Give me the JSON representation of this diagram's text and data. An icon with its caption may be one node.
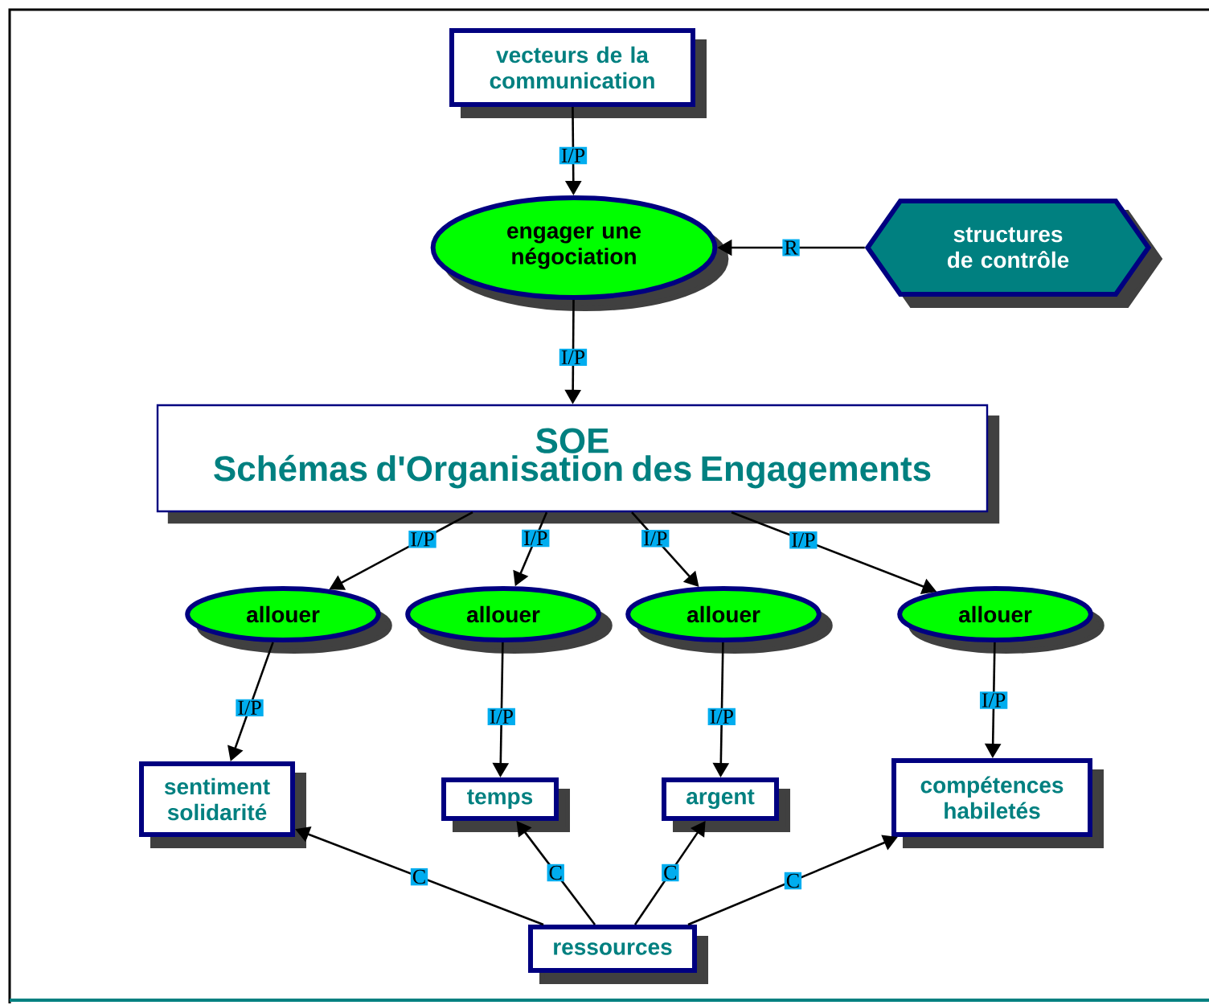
{
  "diagram": {
    "nodes": [
      {
        "text": [
          "vecteurs de la communication"
        ]
      },
      {
        "text": [
          "engager une négociation"
        ]
      },
      {
        "text": [
          "structures de contrôle"
        ]
      },
      {
        "text": [
          "SOE",
          "Schémas d'Organisation des Engagements"
        ]
      },
      {
        "text": [
          "allouer"
        ]
      },
      {
        "text": [
          "allouer"
        ]
      },
      {
        "text": [
          "allouer"
        ]
      },
      {
        "text": [
          "allouer"
        ]
      },
      {
        "text": [
          "sentiment solidarité"
        ]
      },
      {
        "text": [
          "temps"
        ]
      },
      {
        "text": [
          "argent"
        ]
      },
      {
        "text": [
          "compétences habiletés"
        ]
      },
      {
        "text": [
          "ressources"
        ]
      }
    ],
    "edges": [
      {
        "from": 0,
        "to": 1,
        "arrow": "to",
        "label": "I/P"
      },
      {
        "from": 2,
        "to": 1,
        "arrow": "to",
        "label": "R"
      },
      {
        "from": 1,
        "to": 3,
        "arrow": "to",
        "label": "I/P"
      },
      {
        "from": 3,
        "to": 4,
        "arrow": "to",
        "label": "I/P"
      },
      {
        "from": 3,
        "to": 5,
        "arrow": "to",
        "label": "I/P"
      },
      {
        "from": 3,
        "to": 6,
        "arrow": "to",
        "label": "I/P"
      },
      {
        "from": 3,
        "to": 7,
        "arrow": "to",
        "label": "I/P"
      },
      {
        "from": 4,
        "to": 8,
        "arrow": "to",
        "label": "I/P"
      },
      {
        "from": 5,
        "to": 9,
        "arrow": "to",
        "label": "I/P"
      },
      {
        "from": 6,
        "to": 10,
        "arrow": "to",
        "label": "I/P"
      },
      {
        "from": 7,
        "to": 11,
        "arrow": "to",
        "label": "I/P"
      },
      {
        "from": 12,
        "to": 8,
        "arrow": "to",
        "label": "C"
      },
      {
        "from": 12,
        "to": 9,
        "arrow": "to",
        "label": "C"
      },
      {
        "from": 12,
        "to": 10,
        "arrow": "to",
        "label": "C"
      },
      {
        "from": 12,
        "to": 11,
        "arrow": "to",
        "label": "C"
      }
    ]
  }
}
